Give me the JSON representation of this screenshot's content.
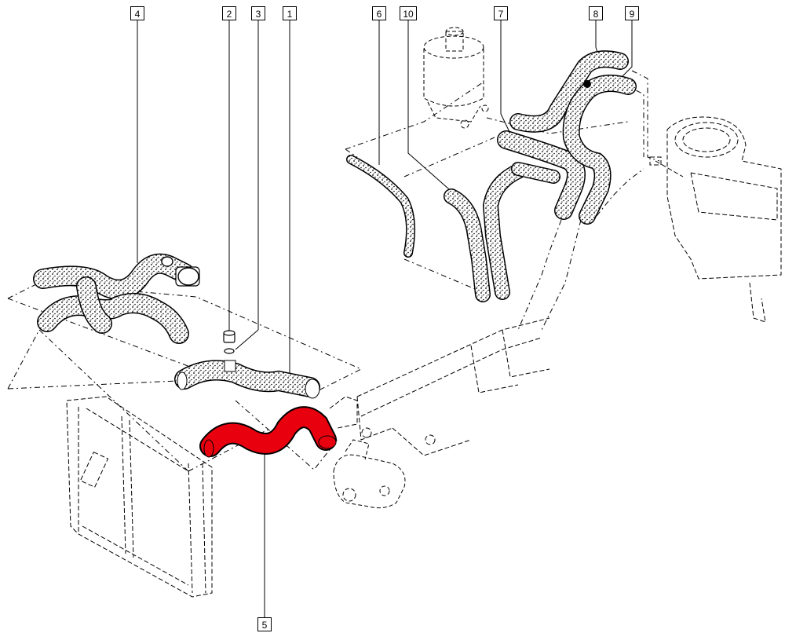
{
  "colors": {
    "highlight": "#e8000f",
    "line": "#000000",
    "background": "#ffffff"
  },
  "callouts": [
    {
      "id": "c4",
      "label": "4"
    },
    {
      "id": "c2",
      "label": "2"
    },
    {
      "id": "c3",
      "label": "3"
    },
    {
      "id": "c1",
      "label": "1"
    },
    {
      "id": "c6",
      "label": "6"
    },
    {
      "id": "c10",
      "label": "10"
    },
    {
      "id": "c7",
      "label": "7"
    },
    {
      "id": "c8",
      "label": "8"
    },
    {
      "id": "c9",
      "label": "9"
    },
    {
      "id": "c5",
      "label": "5"
    }
  ]
}
